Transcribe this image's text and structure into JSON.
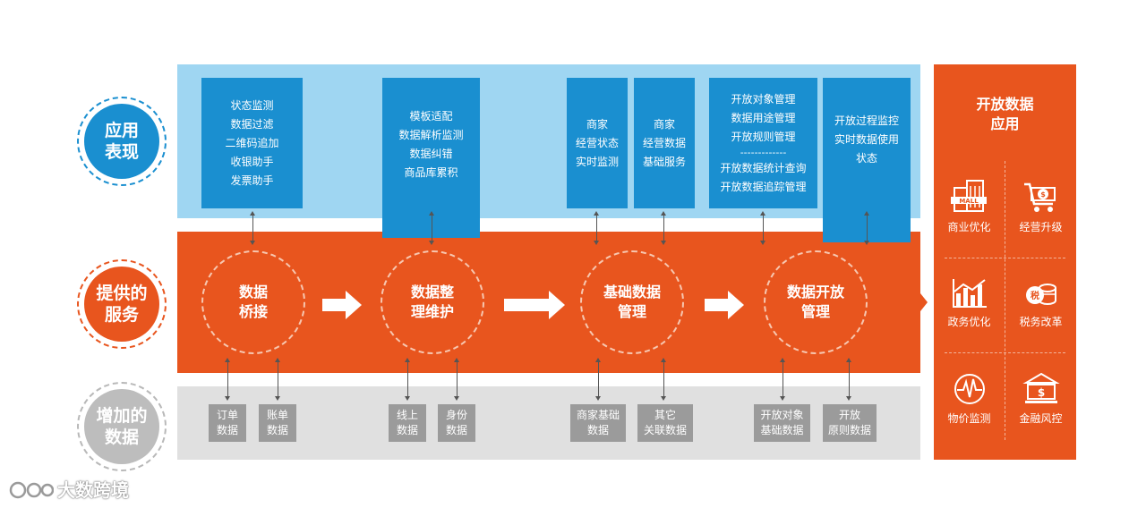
{
  "rows": {
    "app": "应用\n表现",
    "service": "提供的\n服务",
    "data": "增加的\n数据"
  },
  "app_boxes": [
    [
      "状态监测",
      "数据过滤",
      "二维码追加",
      "收银助手",
      "发票助手"
    ],
    [
      "模板适配",
      "数据解析监测",
      "数据纠错",
      "商品库累积"
    ],
    [
      "商家",
      "经营状态",
      "实时监测"
    ],
    [
      "商家",
      "经营数据",
      "基础服务"
    ],
    [
      "开放对象管理",
      "数据用途管理",
      "开放规则管理",
      "-------------",
      "开放数据统计查询",
      "开放数据追踪管理"
    ],
    [
      "开放过程监控",
      "实时数据使用",
      "状态"
    ]
  ],
  "services": [
    "数据\n桥接",
    "数据整\n理维护",
    "基础数据\n管理",
    "数据开放\n管理"
  ],
  "data_boxes": [
    "订单\n数据",
    "账单\n数据",
    "线上\n数据",
    "身份\n数据",
    "商家基础\n数据",
    "其它\n关联数据",
    "开放对象\n基础数据",
    "开放\n原则数据"
  ],
  "right_panel": {
    "title": "开放数据\n应用",
    "items": [
      {
        "label": "商业优化",
        "icon": "mall-building-icon"
      },
      {
        "label": "经营升级",
        "icon": "shopping-cart-coin-icon"
      },
      {
        "label": "政务优化",
        "icon": "bar-chart-icon"
      },
      {
        "label": "税务改革",
        "icon": "tax-coins-icon"
      },
      {
        "label": "物价监测",
        "icon": "pulse-circle-icon"
      },
      {
        "label": "金融风控",
        "icon": "bank-dollar-icon"
      }
    ]
  },
  "watermark": "大数跨境",
  "colors": {
    "blue": "#1a8fd0",
    "light_blue": "#9fd6f2",
    "orange": "#e8551e",
    "gray": "#9b9b9b",
    "light_gray": "#e0e0e0"
  }
}
